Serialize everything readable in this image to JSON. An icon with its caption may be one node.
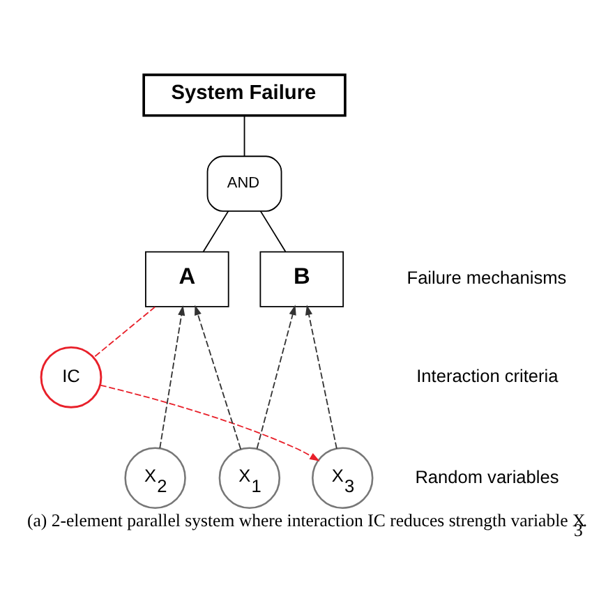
{
  "diagram": {
    "caption": "(a) 2-element parallel system where interaction IC reduces strength variable X$_{3}$.",
    "nodes": [
      {
        "text": [
          "System Failure"
        ]
      },
      {
        "text": [
          "AND"
        ]
      },
      {
        "text": [
          "A"
        ]
      },
      {
        "text": [
          "B"
        ]
      },
      {
        "text": [
          "IC"
        ]
      },
      {
        "text": [
          "X$_{2}$"
        ]
      },
      {
        "text": [
          "X$_{1}$"
        ]
      },
      {
        "text": [
          "X$_{3}$"
        ]
      }
    ],
    "edges": [
      {
        "from": 1,
        "to": 0,
        "arrow": "none"
      },
      {
        "from": 2,
        "to": 1,
        "arrow": "none"
      },
      {
        "from": 3,
        "to": 1,
        "arrow": "none"
      },
      {
        "from": 5,
        "to": 2,
        "arrow": "to",
        "style": "dashed"
      },
      {
        "from": 6,
        "to": 2,
        "arrow": "to",
        "style": "dashed"
      },
      {
        "from": 6,
        "to": 3,
        "arrow": "to",
        "style": "dashed"
      },
      {
        "from": 7,
        "to": 3,
        "arrow": "to",
        "style": "dashed"
      },
      {
        "from": 2,
        "to": 4,
        "arrow": "none",
        "style": "dashed",
        "color": "#e8202a"
      },
      {
        "from": 4,
        "to": 7,
        "arrow": "to",
        "style": "dashed",
        "color": "#e8202a"
      }
    ],
    "labels": [
      "Failure mechanisms",
      "Interaction criteria",
      "Random variables"
    ]
  }
}
